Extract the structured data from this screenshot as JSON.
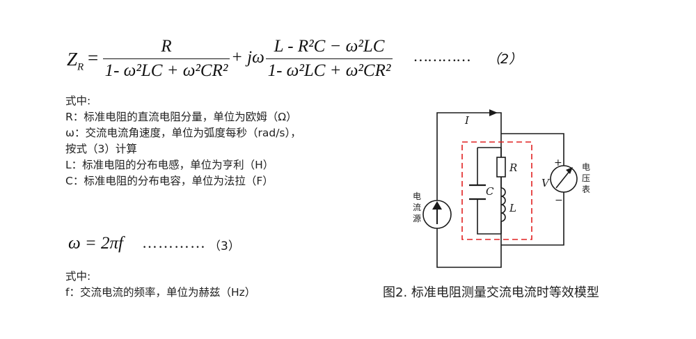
{
  "formula2": {
    "lhs": "Z",
    "lhs_sub": "R",
    "equals": "=",
    "frac1_num": "R",
    "frac1_den": "1- ω²LC + ω²CR²",
    "plus_j": "+ jω",
    "frac2_num": "L - R²C − ω²LC",
    "frac2_den": "1- ω²LC + ω²CR²",
    "dots": "…………",
    "label": "（2）"
  },
  "legend1": {
    "title": "式中:",
    "lines": [
      "R：标准电阻的直流电阻分量，单位为欧姆（Ω）",
      "ω：交流电流角速度，单位为弧度每秒（rad/s），",
      "按式（3）计算",
      "L：标准电阻的分布电感，单位为亨利（H）",
      "C：标准电阻的分布电容，单位为法拉（F）"
    ]
  },
  "formula3": {
    "expr": "ω = 2πf",
    "dots": "…………",
    "label": "（3）"
  },
  "legend2": {
    "title": "式中:",
    "lines": [
      "f：交流电流的频率，单位为赫兹（Hz）"
    ]
  },
  "figure": {
    "caption": "图2. 标准电阻测量交流电流时等效模型",
    "current_label": "I",
    "source_label": [
      "电",
      "流",
      "源"
    ],
    "voltmeter_label": [
      "电",
      "压",
      "表"
    ],
    "voltmeter_symbol": "V",
    "plus": "+",
    "minus": "−",
    "resistor_label": "R",
    "capacitor_label": "C",
    "inductor_label": "L"
  },
  "colors": {
    "dashed_box": "#e02020",
    "wire": "#1a1a1a"
  }
}
